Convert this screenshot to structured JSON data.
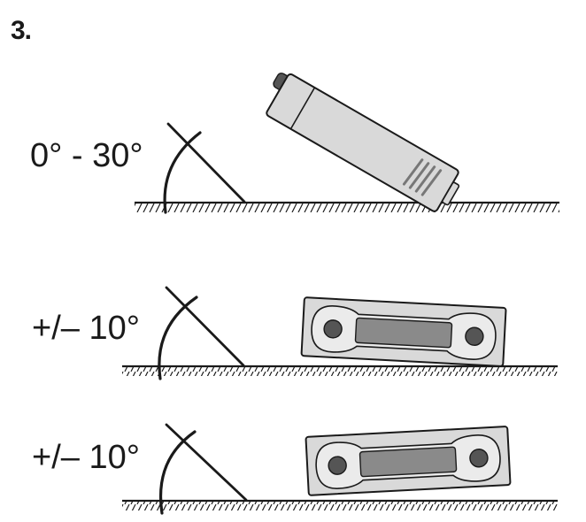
{
  "step_number": "3.",
  "panels": [
    {
      "angle_label": "0° - 30°",
      "device": "device-side-view-tilted"
    },
    {
      "angle_label": "+/– 10°",
      "device": "device-top-view-flat"
    },
    {
      "angle_label": "+/– 10°",
      "device": "device-top-view-flat"
    }
  ],
  "colors": {
    "ink": "#1a1a1a",
    "device_fill": "#d9d9d9",
    "device_inner": "#ebebeb",
    "device_dark": "#555555",
    "slot_fill": "#8a8a8a"
  }
}
